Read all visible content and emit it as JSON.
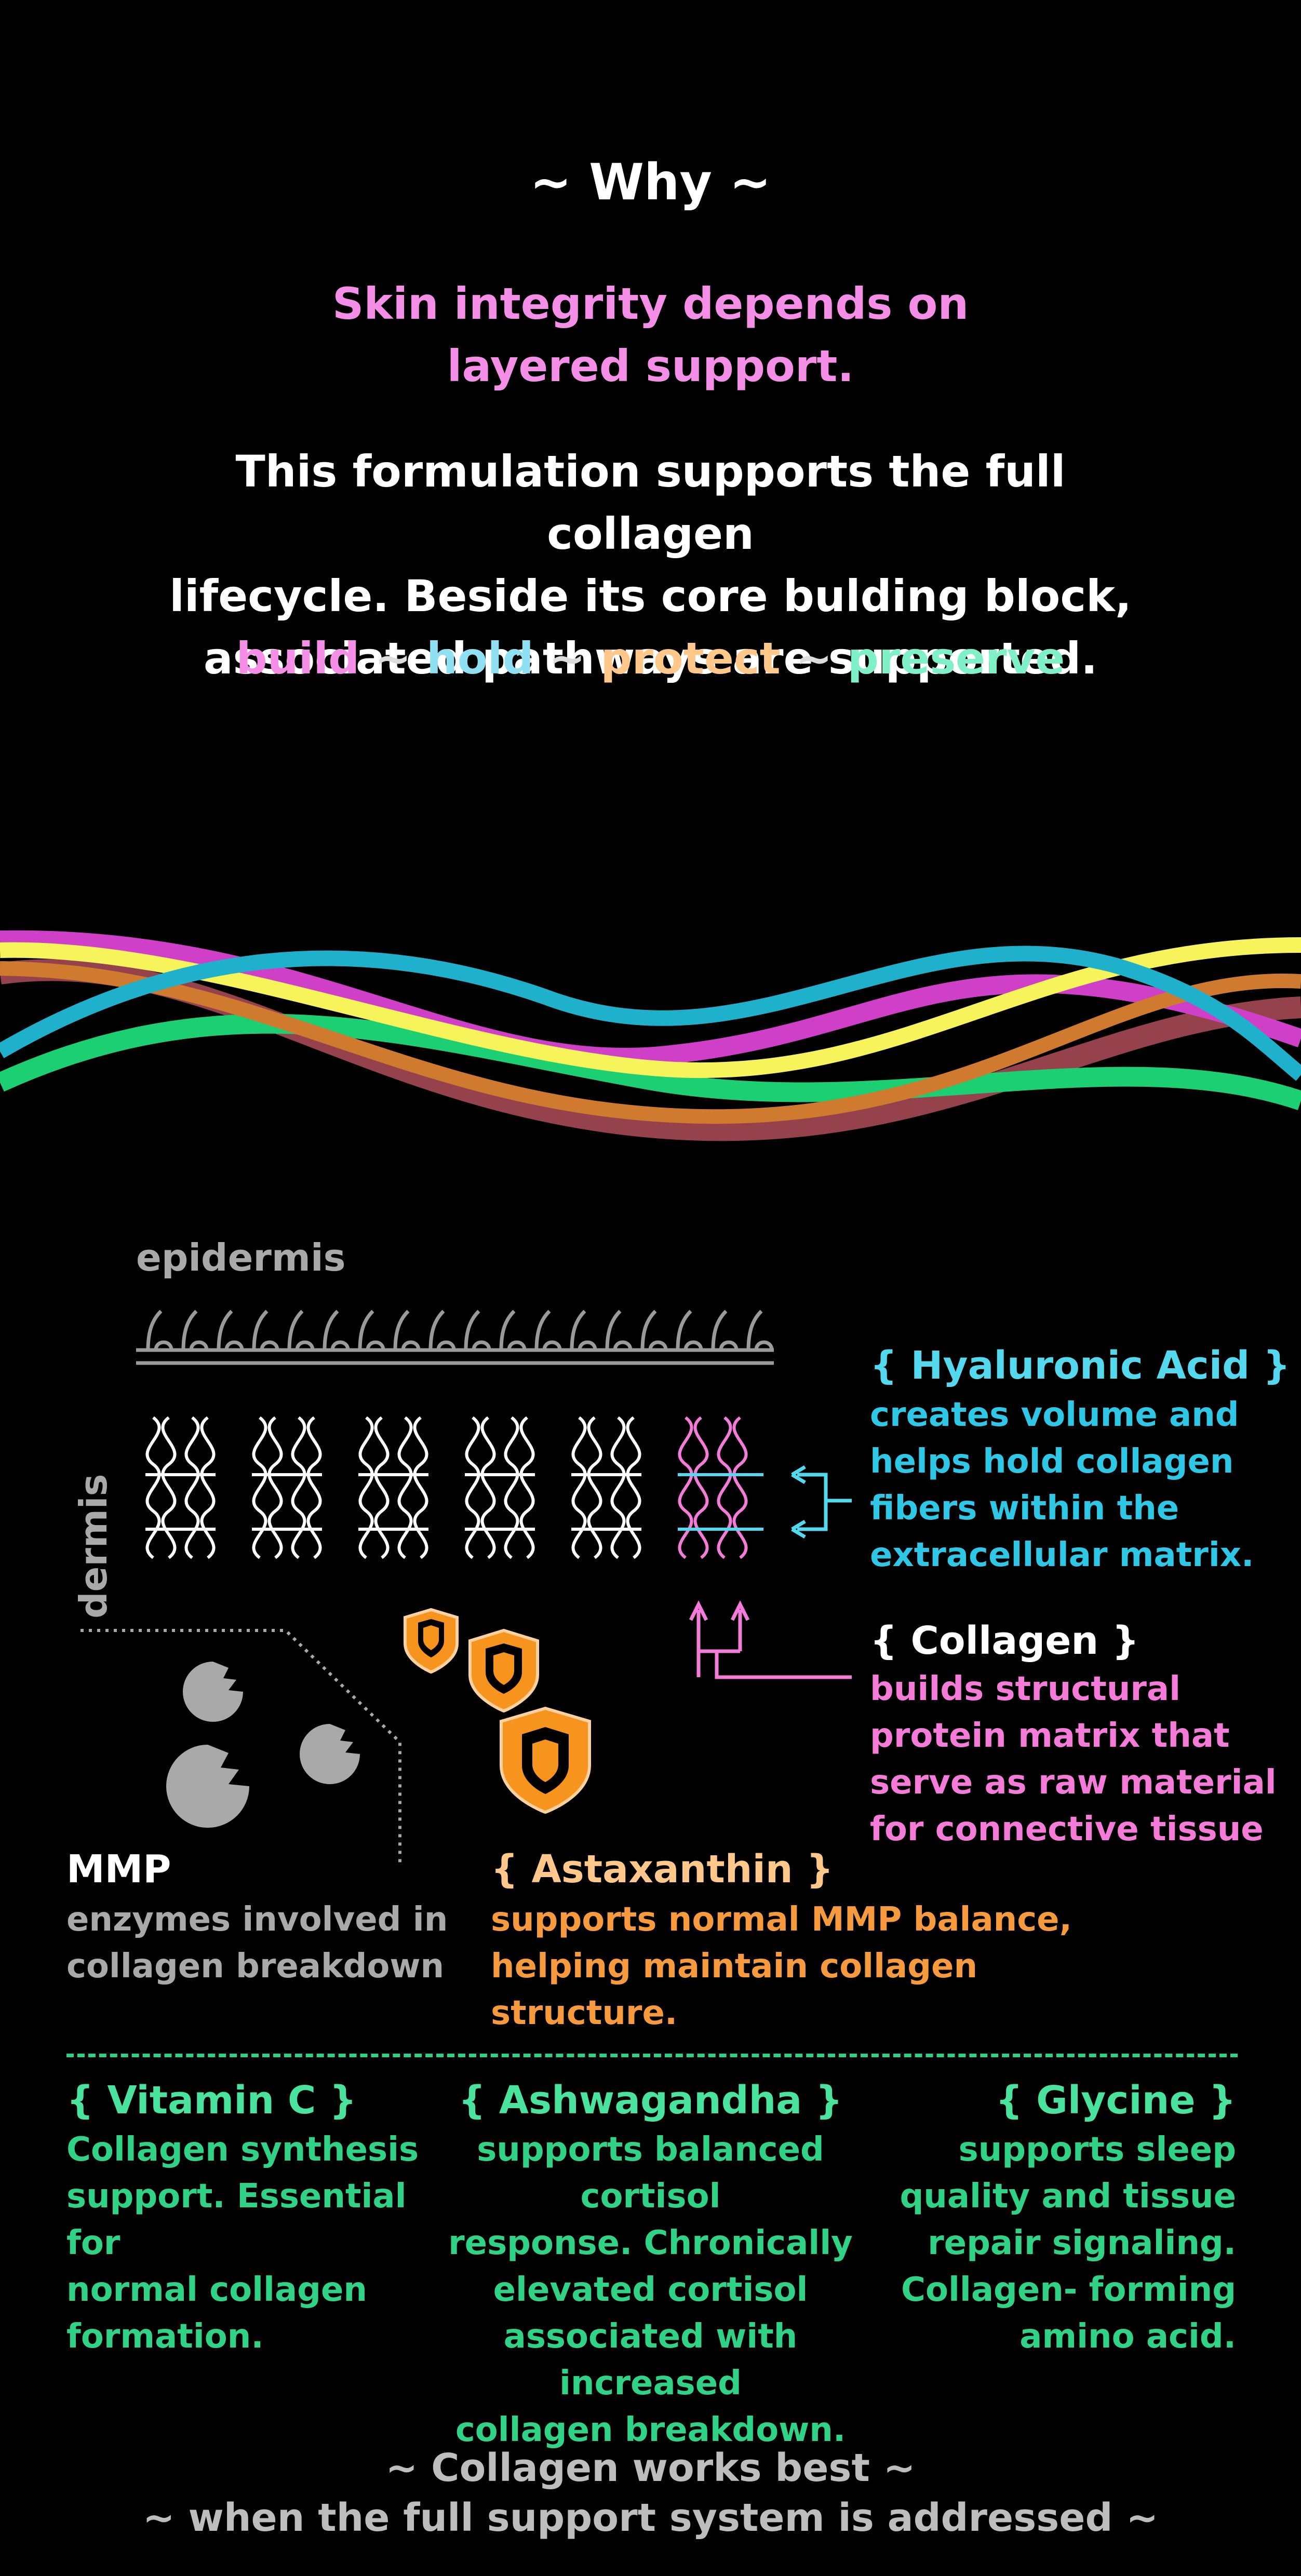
{
  "heading": "~  Why  ~",
  "tagline": {
    "line1": "Skin integrity depends on",
    "line2": "layered support."
  },
  "intro": {
    "line1": "This formulation supports the full collagen",
    "line2": "lifecycle. Beside its core bulding  block,",
    "line3": "associated  pathways are supported."
  },
  "keywords": {
    "build": "build",
    "hold": "hold",
    "protect": "protect",
    "preserve": "preserve",
    "separator": " ~ "
  },
  "diagram": {
    "epidermis_label": "epidermis",
    "dermis_label": "dermis"
  },
  "hyaluronic": {
    "title": "{ Hyaluronic Acid  }",
    "lines": [
      "creates volume and",
      "helps hold collagen",
      "fibers within the",
      "extracellular matrix."
    ]
  },
  "collagen": {
    "title": "{  Collagen  }",
    "lines": [
      "builds structural",
      "protein matrix that",
      "serve as raw material",
      "for connective tissue"
    ]
  },
  "mmp": {
    "title": "MMP",
    "lines": [
      "enzymes involved in",
      "collagen breakdown"
    ]
  },
  "astaxanthin": {
    "title": "{  Astaxanthin  }",
    "lines": [
      "supports normal MMP balance,",
      "helping maintain collagen structure."
    ]
  },
  "vitamin_c": {
    "title": "{  Vitamin C  }",
    "lines": [
      "Collagen synthesis",
      "support. Essential for",
      "normal collagen",
      "formation."
    ]
  },
  "ashwagandha": {
    "title": "{  Ashwagandha  }",
    "lines": [
      "supports balanced cortisol",
      "response. Chronically",
      "elevated cortisol",
      "associated with increased",
      "collagen breakdown."
    ]
  },
  "glycine": {
    "title": "{  Glycine  }",
    "lines": [
      "supports sleep",
      "quality and tissue",
      "repair signaling.",
      "Collagen- forming",
      "amino acid."
    ]
  },
  "closing": {
    "line1": "~  Collagen works best  ~",
    "line2": "~  when the full support system is addressed  ~"
  },
  "colors": {
    "pink": "#f58ee6",
    "cyan": "#54d8ee",
    "orange": "#f79a3d",
    "green": "#30d386",
    "gray": "#a9a9a9"
  }
}
